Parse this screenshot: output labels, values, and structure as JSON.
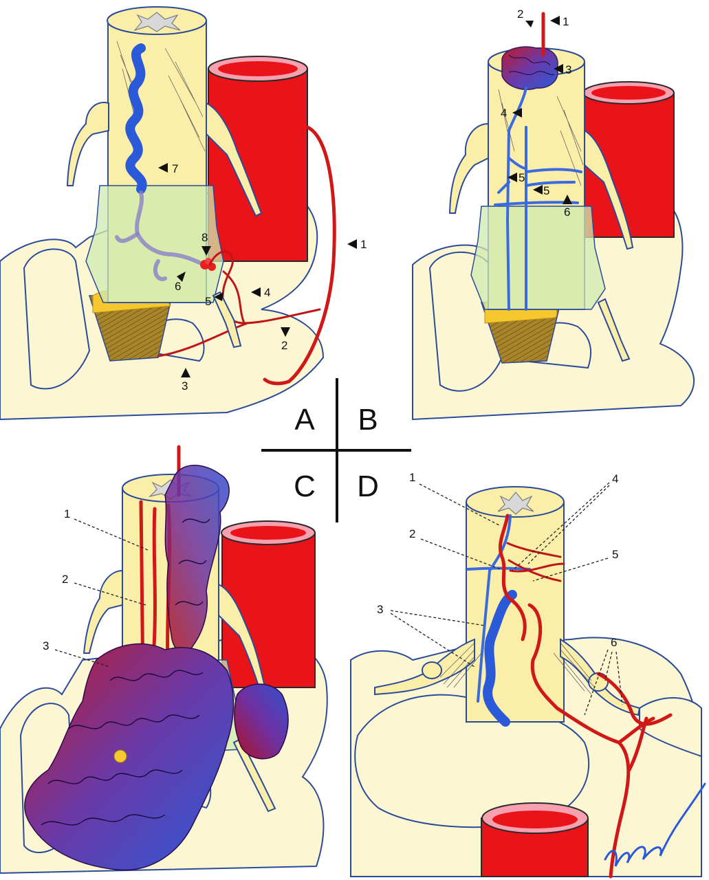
{
  "panels": {
    "A": {
      "letter": "A",
      "labels": [
        "1",
        "2",
        "3",
        "4",
        "5",
        "6",
        "7",
        "8"
      ]
    },
    "B": {
      "letter": "B",
      "labels": [
        "1",
        "2",
        "3",
        "4",
        "5",
        "5",
        "6"
      ]
    },
    "C": {
      "letter": "C",
      "labels": [
        "1",
        "2",
        "3"
      ]
    },
    "D": {
      "letter": "D",
      "labels": [
        "1",
        "2",
        "3",
        "4",
        "5",
        "6"
      ]
    }
  },
  "colors": {
    "artery": "#d01818",
    "vein": "#2a5ad8",
    "cord": "#fbeea8",
    "dura": "#cfeab0",
    "aorta": "#e8141a"
  }
}
